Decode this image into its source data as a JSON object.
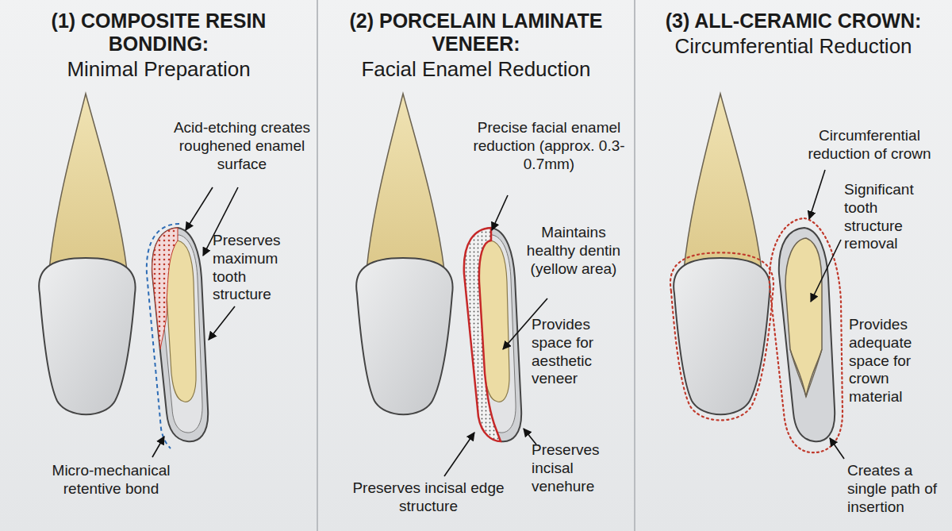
{
  "diagram": {
    "nodes": [
      {
        "text": [
          "(1) COMPOSITE RESIN BONDING:",
          "Minimal Preparation"
        ]
      },
      {
        "text": [
          "(2) PORCELAIN LAMINATE VENEER:",
          "Facial Enamel Reduction"
        ]
      },
      {
        "text": [
          "(3) ALL-CERAMIC CROWN:",
          "Circumferential Reduction"
        ]
      }
    ],
    "labels": [
      "Acid-etching creates roughened enamel surface",
      "Preserves maximum tooth structure",
      "Micro-mechanical retentive bond",
      "Precise facial enamel reduction (approx. 0.3-0.7mm)",
      "Maintains healthy dentin (yellow area)",
      "Provides space for aesthetic veneer",
      "Preserves incisal edge structure",
      "Preserves incisal venehure",
      "Circumferential reduction of crown",
      "Significant tooth structure removal",
      "Provides adequate space for crown material",
      "Creates a single path of insertion"
    ]
  }
}
